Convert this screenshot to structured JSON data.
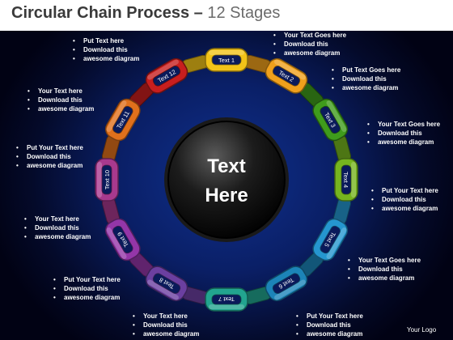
{
  "title": {
    "main": "Circular Chain Process",
    "dash": "–",
    "sub": "12 Stages"
  },
  "center": {
    "line1": "Text",
    "line2": "Here"
  },
  "links": [
    {
      "label": "Text 1",
      "color": "#f2c318"
    },
    {
      "label": "Text 2",
      "color": "#f0a01c"
    },
    {
      "label": "Text 3",
      "color": "#3f9b1c"
    },
    {
      "label": "Text 4",
      "color": "#76b51f"
    },
    {
      "label": "Text 5",
      "color": "#2596cf"
    },
    {
      "label": "Text 6",
      "color": "#1c84b8"
    },
    {
      "label": "Text 7",
      "color": "#22a48f"
    },
    {
      "label": "Text 8",
      "color": "#6b3fa0"
    },
    {
      "label": "Text 9",
      "color": "#9436a8"
    },
    {
      "label": "Text 10",
      "color": "#a8398e"
    },
    {
      "label": "Text 11",
      "color": "#e0701c"
    },
    {
      "label": "Text 12",
      "color": "#c81e1e"
    }
  ],
  "notes": [
    {
      "lines": [
        "Put Text  here",
        "Download this",
        "awesome diagram"
      ]
    },
    {
      "lines": [
        "Your Text Goes here",
        "Download this",
        "awesome diagram"
      ]
    },
    {
      "lines": [
        "Your Text  here",
        "Download this",
        "awesome diagram"
      ]
    },
    {
      "lines": [
        "Put Text Goes here",
        "Download this",
        "awesome diagram"
      ]
    },
    {
      "lines": [
        "Put Your Text  here",
        "Download this",
        "awesome diagram"
      ]
    },
    {
      "lines": [
        "Your Text Goes here",
        "Download this",
        "awesome diagram"
      ]
    },
    {
      "lines": [
        "Put Your Text  here",
        "Download this",
        "awesome diagram"
      ]
    },
    {
      "lines": [
        "Your Text  here",
        "Download this",
        "awesome diagram"
      ]
    },
    {
      "lines": [
        "Your Text Goes here",
        "Download this",
        "awesome diagram"
      ]
    },
    {
      "lines": [
        "Put Your Text  here",
        "Download this",
        "awesome diagram"
      ]
    },
    {
      "lines": [
        "Your Text  here",
        "Download this",
        "awesome diagram"
      ]
    },
    {
      "lines": [
        "Put Your Text  here",
        "Download this",
        "awesome diagram"
      ]
    }
  ],
  "logo": "Your Logo"
}
